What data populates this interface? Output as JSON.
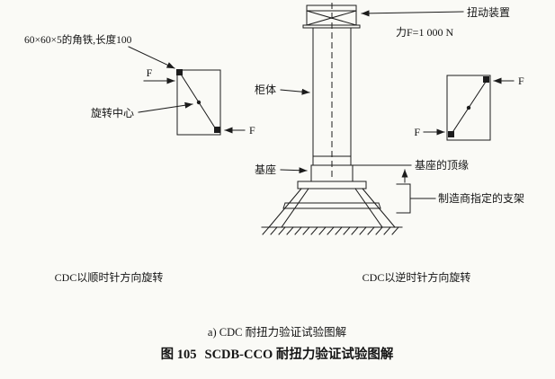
{
  "page": {
    "background": "#fafaf6",
    "line_color": "#1c1c1c"
  },
  "diagram": {
    "callouts": {
      "angle_iron": "60×60×5的角铁,长度100",
      "torsion_device": "扭动装置",
      "force": "力F=1 000 N",
      "cabinet": "柜体",
      "rotation_center": "旋转中心",
      "base": "基座",
      "base_top_edge": "基座的顶缘",
      "manufacturer_bracket": "制造商指定的支架",
      "force_symbol": "F"
    },
    "notes": {
      "clockwise": "CDC以顺时针方向旋转",
      "counterclockwise": "CDC以逆时针方向旋转"
    },
    "captions": {
      "subcaption": "a) CDC 耐扭力验证试验图解",
      "figure_label": "图 105",
      "figure_title": "SCDB-CCO 耐扭力验证试验图解"
    }
  }
}
